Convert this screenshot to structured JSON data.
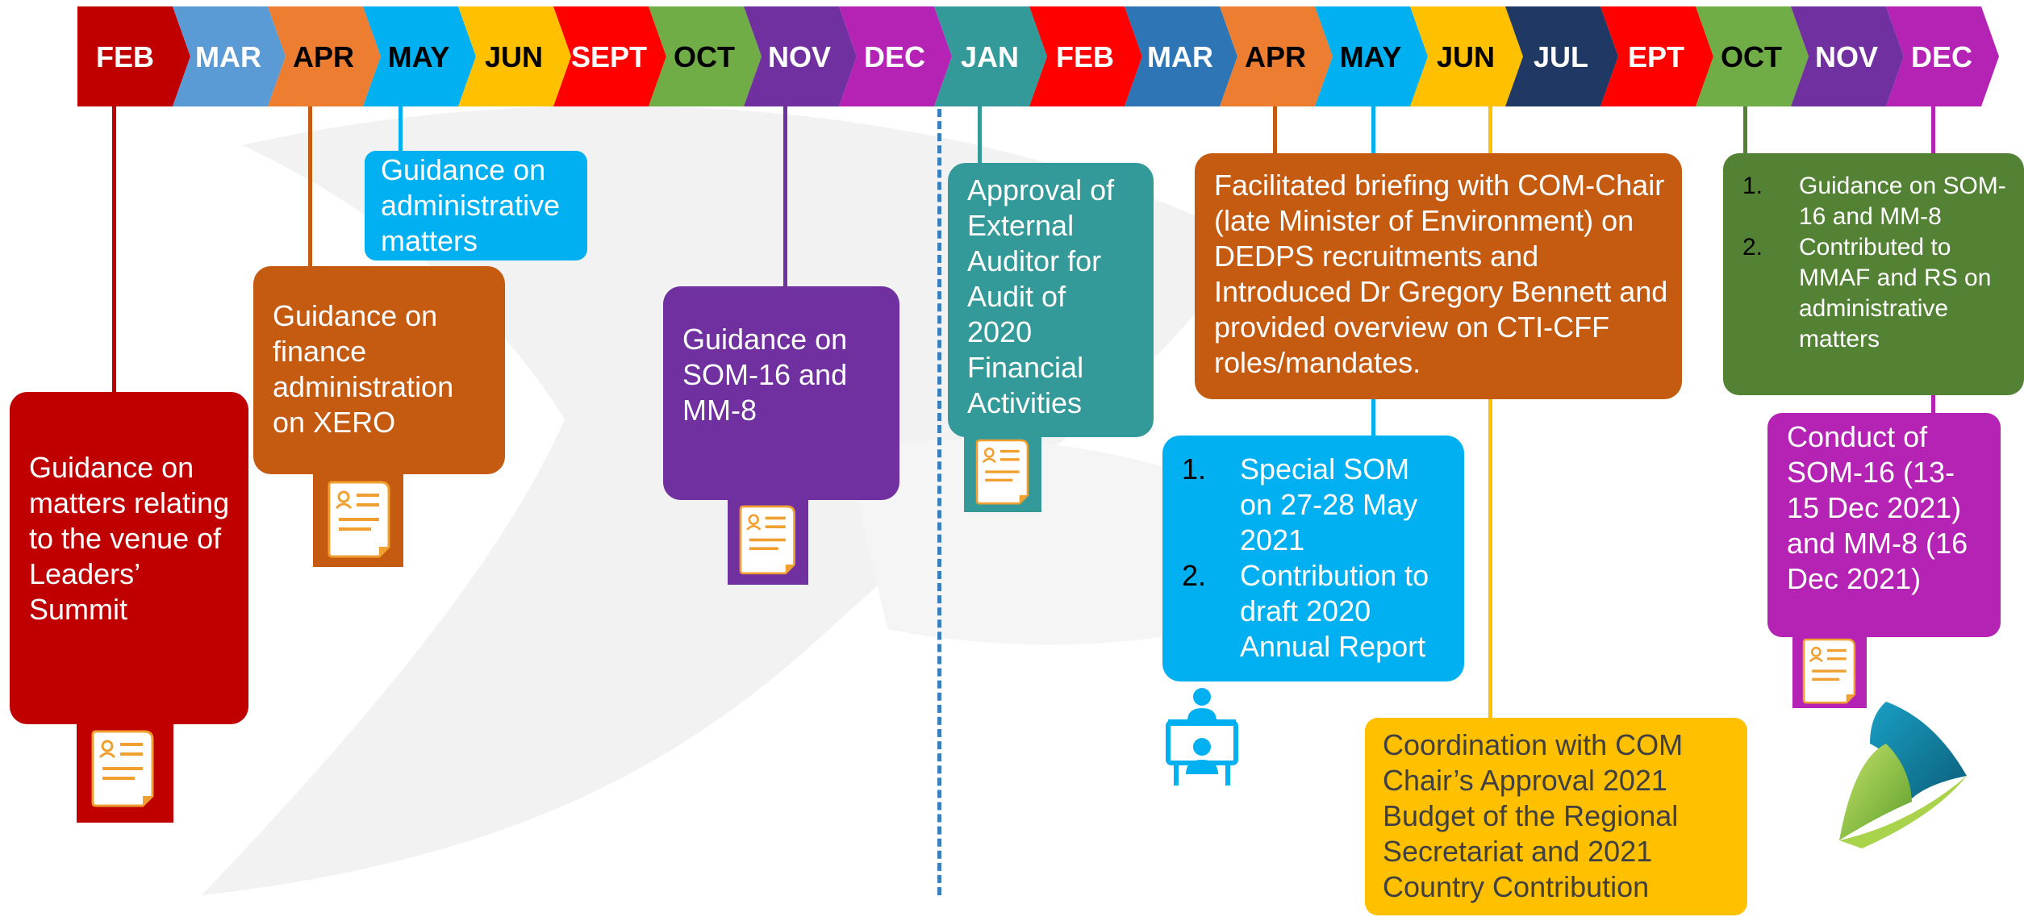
{
  "colors": {
    "red": "#c00000",
    "light_blue": "#5b9bd5",
    "orange": "#ed7d31",
    "cyan": "#00b0f0",
    "yellow": "#ffc000",
    "bright_red": "#ff0000",
    "green": "#70ad47",
    "purple": "#7030a0",
    "magenta": "#b523b5",
    "teal": "#339999",
    "steel_blue": "#2e75b6",
    "navy": "#1f3864",
    "dark_orange": "#c55a11",
    "dark_green": "#548235",
    "divider": "#3a7fc0"
  },
  "months": [
    {
      "label": "FEB",
      "color": "#c00000",
      "text_color": "#ffffff"
    },
    {
      "label": "MAR",
      "color": "#5b9bd5",
      "text_color": "#ffffff"
    },
    {
      "label": "APR",
      "color": "#ed7d31",
      "text_color": "#000000"
    },
    {
      "label": "MAY",
      "color": "#00b0f0",
      "text_color": "#000000"
    },
    {
      "label": "JUN",
      "color": "#ffc000",
      "text_color": "#000000"
    },
    {
      "label": "SEPT",
      "color": "#ff0000",
      "text_color": "#ffffff"
    },
    {
      "label": "OCT",
      "color": "#70ad47",
      "text_color": "#000000"
    },
    {
      "label": "NOV",
      "color": "#7030a0",
      "text_color": "#ffffff"
    },
    {
      "label": "DEC",
      "color": "#b523b5",
      "text_color": "#ffffff"
    },
    {
      "label": "JAN",
      "color": "#339999",
      "text_color": "#ffffff"
    },
    {
      "label": "FEB",
      "color": "#ff0000",
      "text_color": "#ffffff"
    },
    {
      "label": "MAR",
      "color": "#2e75b6",
      "text_color": "#ffffff"
    },
    {
      "label": "APR",
      "color": "#ed7d31",
      "text_color": "#000000"
    },
    {
      "label": "MAY",
      "color": "#00b0f0",
      "text_color": "#000000"
    },
    {
      "label": "JUN",
      "color": "#ffc000",
      "text_color": "#000000"
    },
    {
      "label": "JUL",
      "color": "#1f3864",
      "text_color": "#ffffff"
    },
    {
      "label": "EPT",
      "color": "#ff0000",
      "text_color": "#ffffff"
    },
    {
      "label": "OCT",
      "color": "#70ad47",
      "text_color": "#000000"
    },
    {
      "label": "NOV",
      "color": "#7030a0",
      "text_color": "#ffffff"
    },
    {
      "label": "DEC",
      "color": "#b523b5",
      "text_color": "#ffffff"
    }
  ],
  "cards": {
    "feb_leaders": "Guidance on matters relating to the venue of Leaders’ Summit",
    "apr_finance": "Guidance on finance administration on XERO",
    "may_admin": "Guidance on administrative matters",
    "nov_som": "Guidance on SOM-16 and MM-8",
    "jan_auditor": "Approval of External Auditor for Audit of 2020 Financial Activities",
    "apr_briefing": "Facilitated briefing with COM-Chair (late Minister of Environment) on DEDPS recruitments and Introduced Dr Gregory Bennett and provided overview on CTI-CFF roles/mandates.",
    "may_special": {
      "items": [
        {
          "num": "1.",
          "text": "Special SOM on 27-28 May 2021"
        },
        {
          "num": "2.",
          "text": "Contribution to draft 2020 Annual Report"
        }
      ]
    },
    "jun_coordination": "Coordination with COM Chair’s Approval 2021 Budget of the Regional Secretariat and 2021 Country Contribution",
    "oct_guidance": {
      "items": [
        {
          "num": "1.",
          "text": "Guidance on SOM-16 and MM-8"
        },
        {
          "num": "2.",
          "text": "Contributed to MMAF and RS on administrative matters"
        }
      ]
    },
    "dec_conduct": "Conduct of SOM-16 (13-15 Dec 2021) and MM-8 (16 Dec 2021)"
  },
  "icons": [
    "document-icon",
    "meeting-icon",
    "logo"
  ]
}
